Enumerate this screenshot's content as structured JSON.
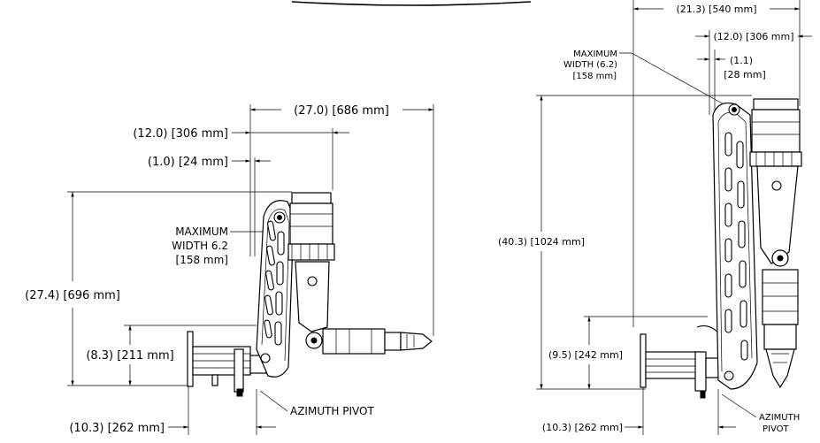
{
  "left_view": {
    "dim_width_total": "(27.0) [686 mm]",
    "dim_width_mount": "(12.0) [306 mm]",
    "dim_offset": "(1.0) [24 mm]",
    "max_width_line1": "MAXIMUM",
    "max_width_line2": "WIDTH 6.2",
    "max_width_line3": "[158 mm]",
    "dim_height_total": "(27.4) [696 mm]",
    "dim_height_base": "(8.3) [211 mm]",
    "dim_base_offset": "(10.3) [262 mm]",
    "azimuth_label": "AZIMUTH PIVOT"
  },
  "right_view": {
    "dim_width_total": "(21.3) [540 mm]",
    "dim_width_mount": "(12.0) [306 mm]",
    "dim_offset_line1": "(1.1)",
    "dim_offset_line2": "[28 mm]",
    "max_width_line1": "MAXIMUM",
    "max_width_line2": "WIDTH (6.2)",
    "max_width_line3": "[158 mm]",
    "dim_height_total": "(40.3) [1024 mm]",
    "dim_height_base": "(9.5) [242 mm]",
    "dim_base_offset": "(10.3) [262 mm]",
    "azimuth_line1": "AZIMUTH",
    "azimuth_line2": "PIVOT"
  }
}
